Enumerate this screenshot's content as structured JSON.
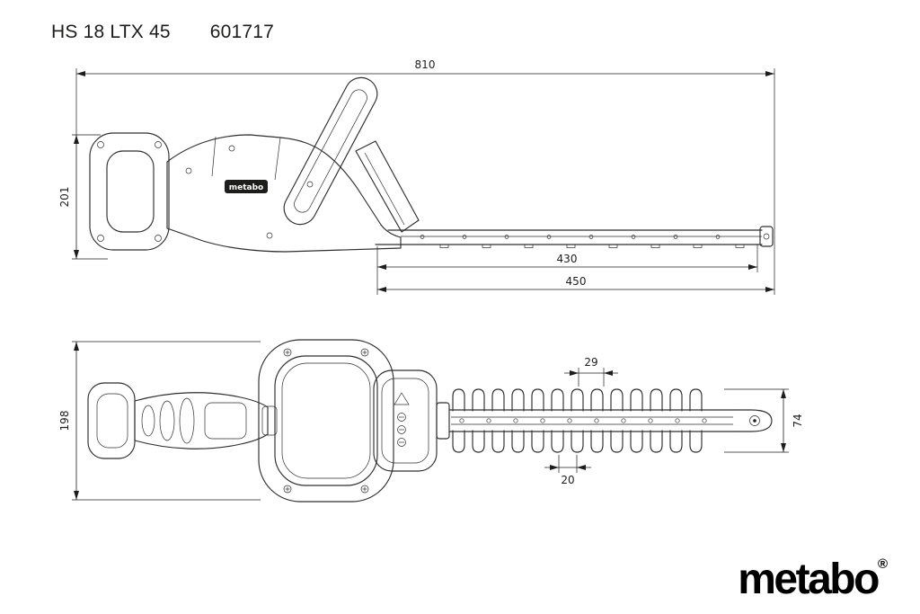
{
  "header": {
    "model": "HS 18 LTX 45",
    "article_number": "601717"
  },
  "dimensions": {
    "side_view": {
      "overall_length": "810",
      "overall_height": "201",
      "cutting_length": "430",
      "blade_length": "450"
    },
    "top_view": {
      "overall_width": "198",
      "tooth_pitch": "29",
      "tooth_gap": "20",
      "blade_width": "74"
    }
  },
  "branding": {
    "logo_text": "metabo",
    "registered_mark": "®",
    "body_label": "metabo"
  }
}
